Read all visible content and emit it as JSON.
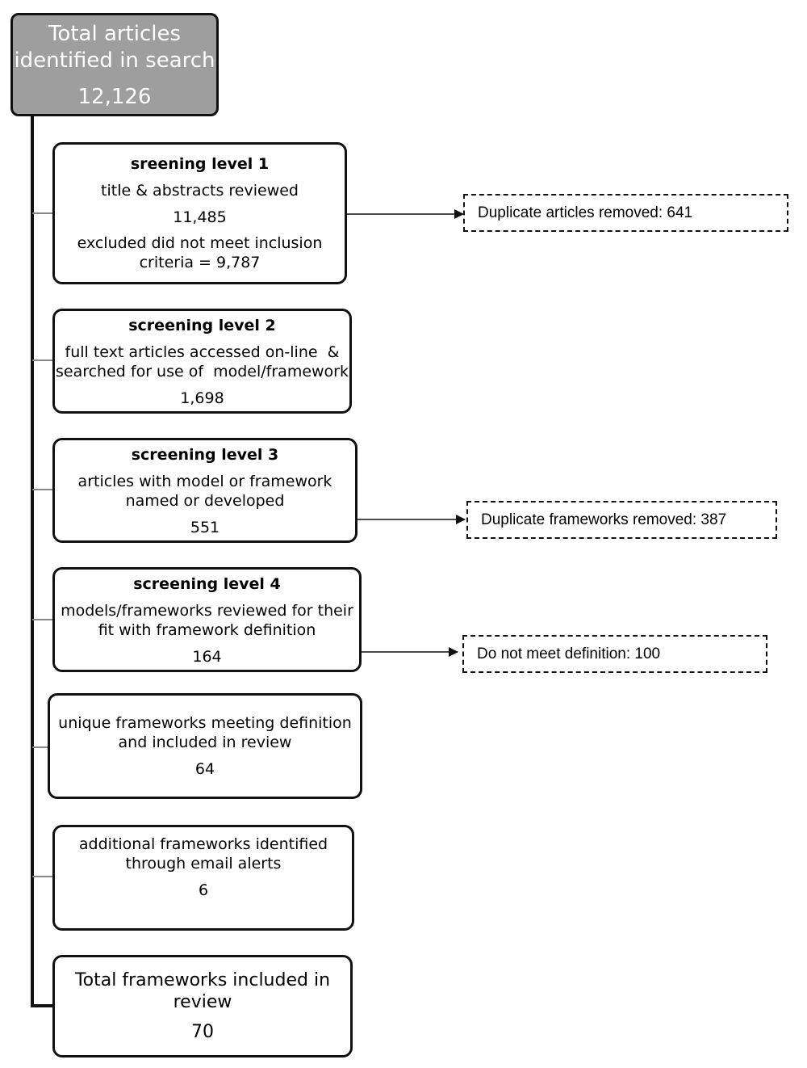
{
  "top": {
    "line1": "Total articles",
    "line2": "identified in search",
    "count": "12,126"
  },
  "level1": {
    "title": "sreening level 1",
    "line1": "title & abstracts reviewed",
    "count": "11,485",
    "line2": "excluded did not meet inclusion",
    "line3": "criteria = 9,787"
  },
  "level2": {
    "title": "screening level 2",
    "line1": "full text articles accessed on-line  &",
    "line2": "searched for use of  model/framework",
    "count": "1,698"
  },
  "level3": {
    "title": "screening level 3",
    "line1": "articles with model or framework",
    "line2": "named or developed",
    "count": "551"
  },
  "level4": {
    "title": "screening level 4",
    "line1": "models/frameworks reviewed for their",
    "line2": "fit with framework definition",
    "count": "164"
  },
  "unique": {
    "line1": "unique frameworks meeting definition",
    "line2": "and included in review",
    "count": "64"
  },
  "additional": {
    "line1": "additional frameworks identified",
    "line2": "through email alerts",
    "count": "6"
  },
  "final": {
    "line1": "Total frameworks included in",
    "line2": "review",
    "count": "70"
  },
  "exclusions": {
    "duplicate_articles": "Duplicate articles removed: 641",
    "duplicate_frameworks": "Duplicate frameworks removed: 387",
    "not_definition": "Do not meet definition: 100"
  }
}
